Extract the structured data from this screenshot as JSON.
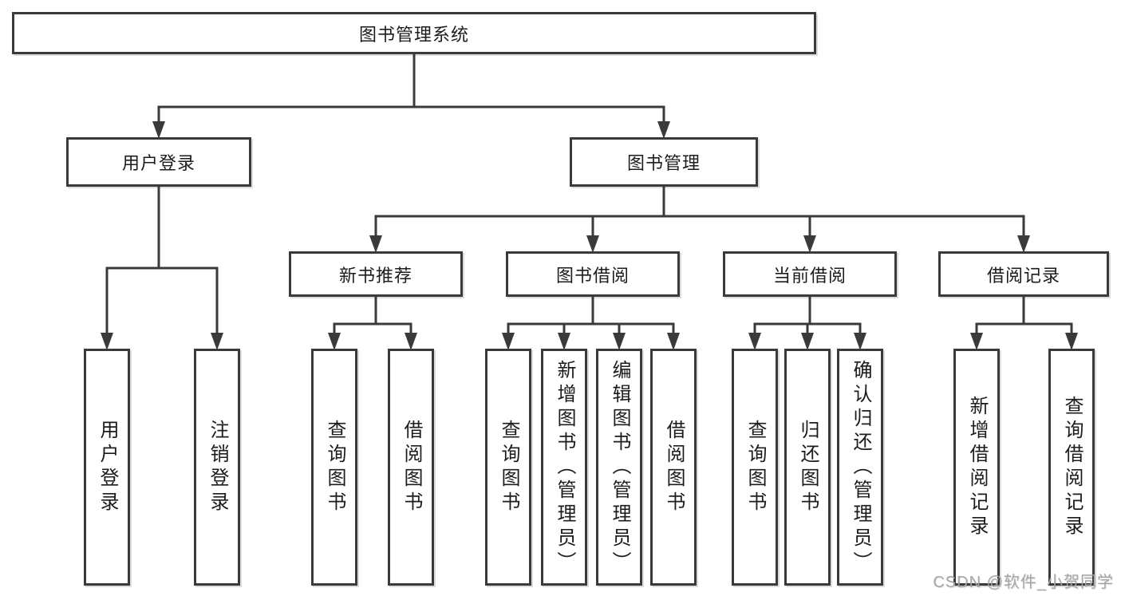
{
  "diagram": {
    "root": {
      "label": "图书管理系统"
    },
    "user_login": {
      "label": "用户登录",
      "children": [
        {
          "label": "用户登录"
        },
        {
          "label": "注销登录"
        }
      ]
    },
    "book_management": {
      "label": "图书管理",
      "groups": [
        {
          "label": "新书推荐",
          "children": [
            {
              "label": "查询图书"
            },
            {
              "label": "借阅图书"
            }
          ]
        },
        {
          "label": "图书借阅",
          "children": [
            {
              "label": "查询图书"
            },
            {
              "label": "新增图书（管理员）"
            },
            {
              "label": "编辑图书（管理员）"
            },
            {
              "label": "借阅图书"
            }
          ]
        },
        {
          "label": "当前借阅",
          "children": [
            {
              "label": "查询图书"
            },
            {
              "label": "归还图书"
            },
            {
              "label": "确认归还（管理员）"
            }
          ]
        },
        {
          "label": "借阅记录",
          "children": [
            {
              "label": "新增借阅记录"
            },
            {
              "label": "查询借阅记录"
            }
          ]
        }
      ]
    }
  },
  "watermark": "CSDN @软件_小贺同学",
  "colors": {
    "line": "#3a3a3a",
    "text": "#1c1c1c",
    "background": "#ffffff",
    "watermark": "#a6a6a6"
  }
}
